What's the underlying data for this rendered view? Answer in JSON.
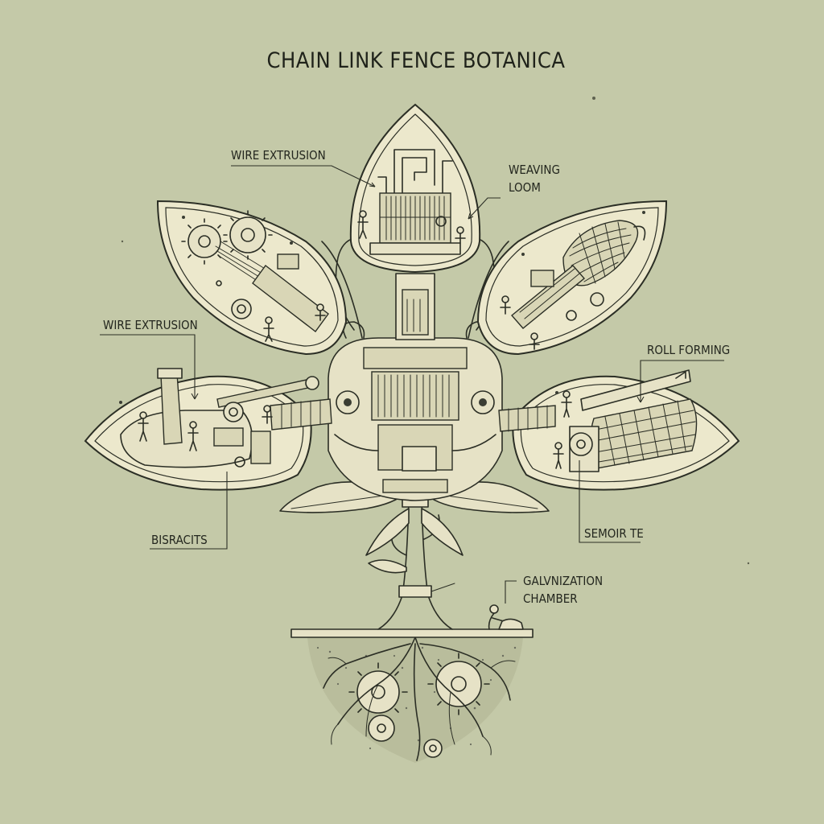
{
  "title": "CHAIN LINK FENCE BOTANICA",
  "labels": {
    "wire_extrusion_top": "WIRE EXTRUSION",
    "weaving_loom_1": "WEAVING",
    "weaving_loom_2": "LOOM",
    "wire_extrusion_left": "WIRE EXTRUSION",
    "roll_forming": "ROLL FORMING",
    "bisracits": "BISRACITS",
    "semoirte": "SEMOIR TE",
    "galvanization_1": "GALVNIZATION",
    "galvanization_2": "CHAMBER"
  },
  "colors": {
    "background": "#c4c9a8",
    "ink": "#2b2e25",
    "pod_fill": "#ece8cc"
  }
}
